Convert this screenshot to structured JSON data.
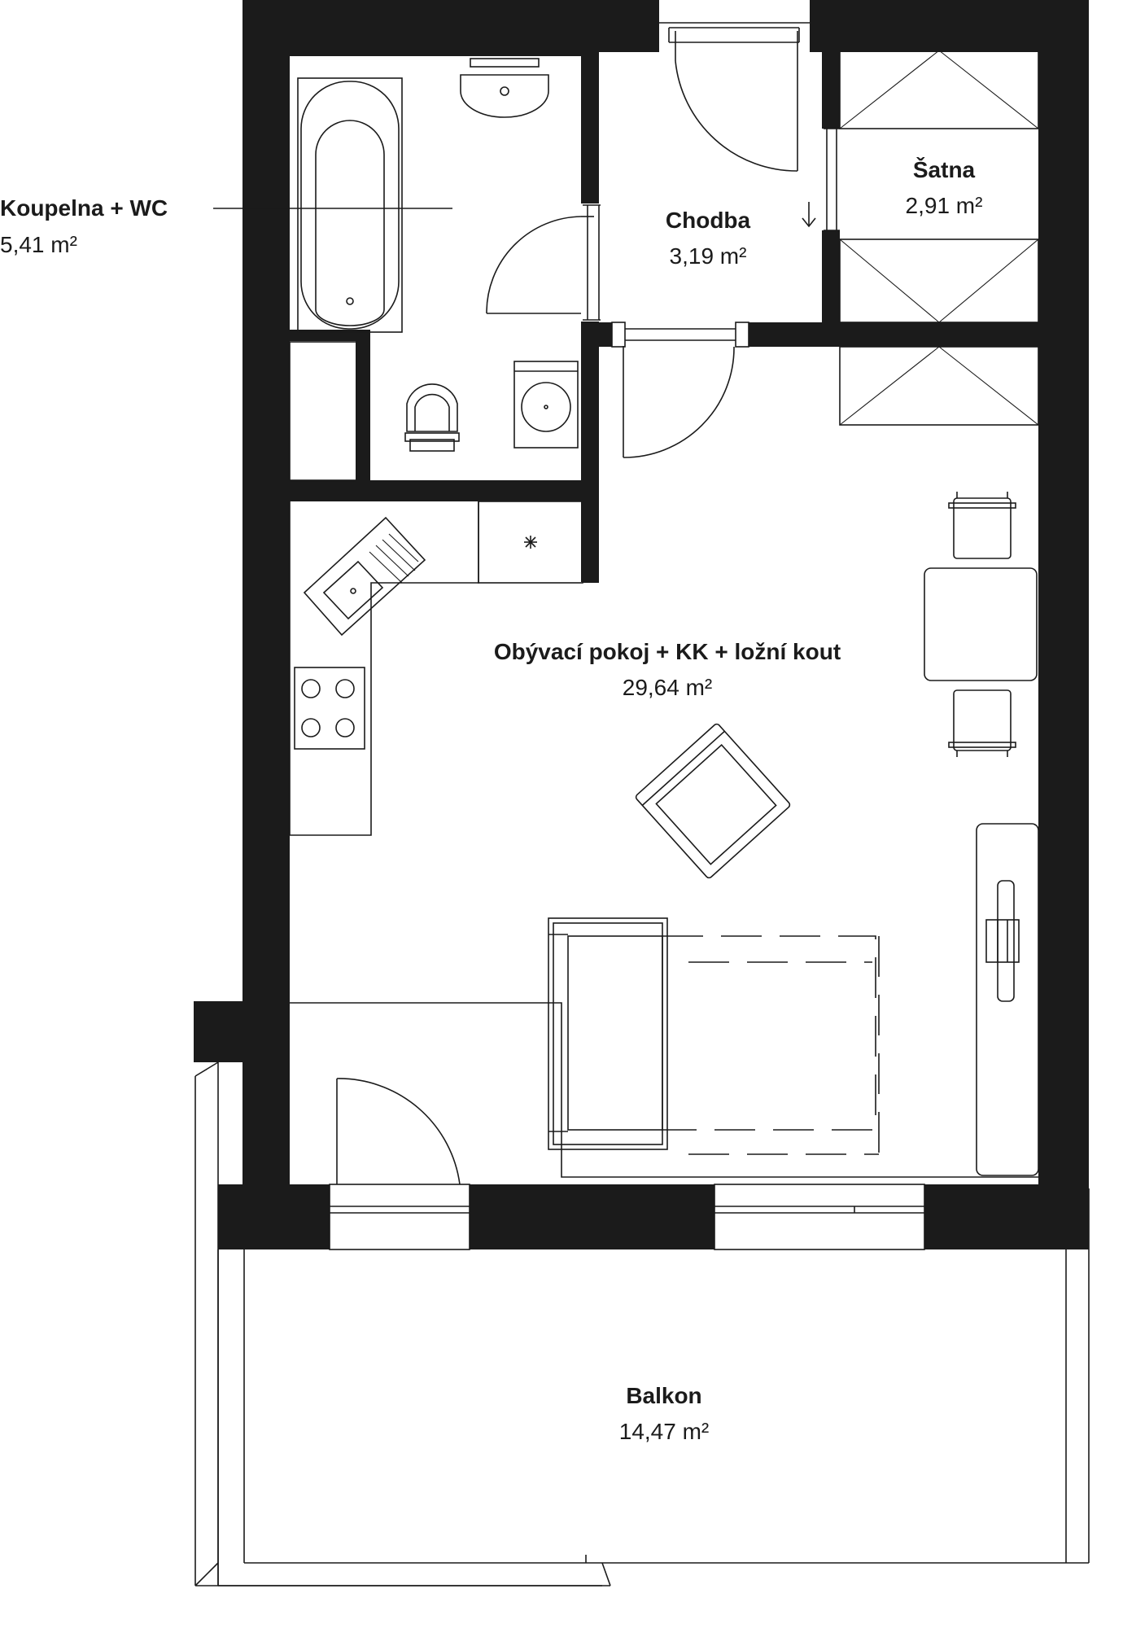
{
  "rooms": {
    "bathroom": {
      "name": "Koupelna + WC",
      "area": "5,41 m²"
    },
    "hallway": {
      "name": "Chodba",
      "area": "3,19 m²"
    },
    "wardrobe": {
      "name": "Šatna",
      "area": "2,91 m²"
    },
    "living": {
      "name": "Obývací pokoj + KK + ložní kout",
      "area": "29,64 m²"
    },
    "balcony": {
      "name": "Balkon",
      "area": "14,47 m²"
    }
  }
}
